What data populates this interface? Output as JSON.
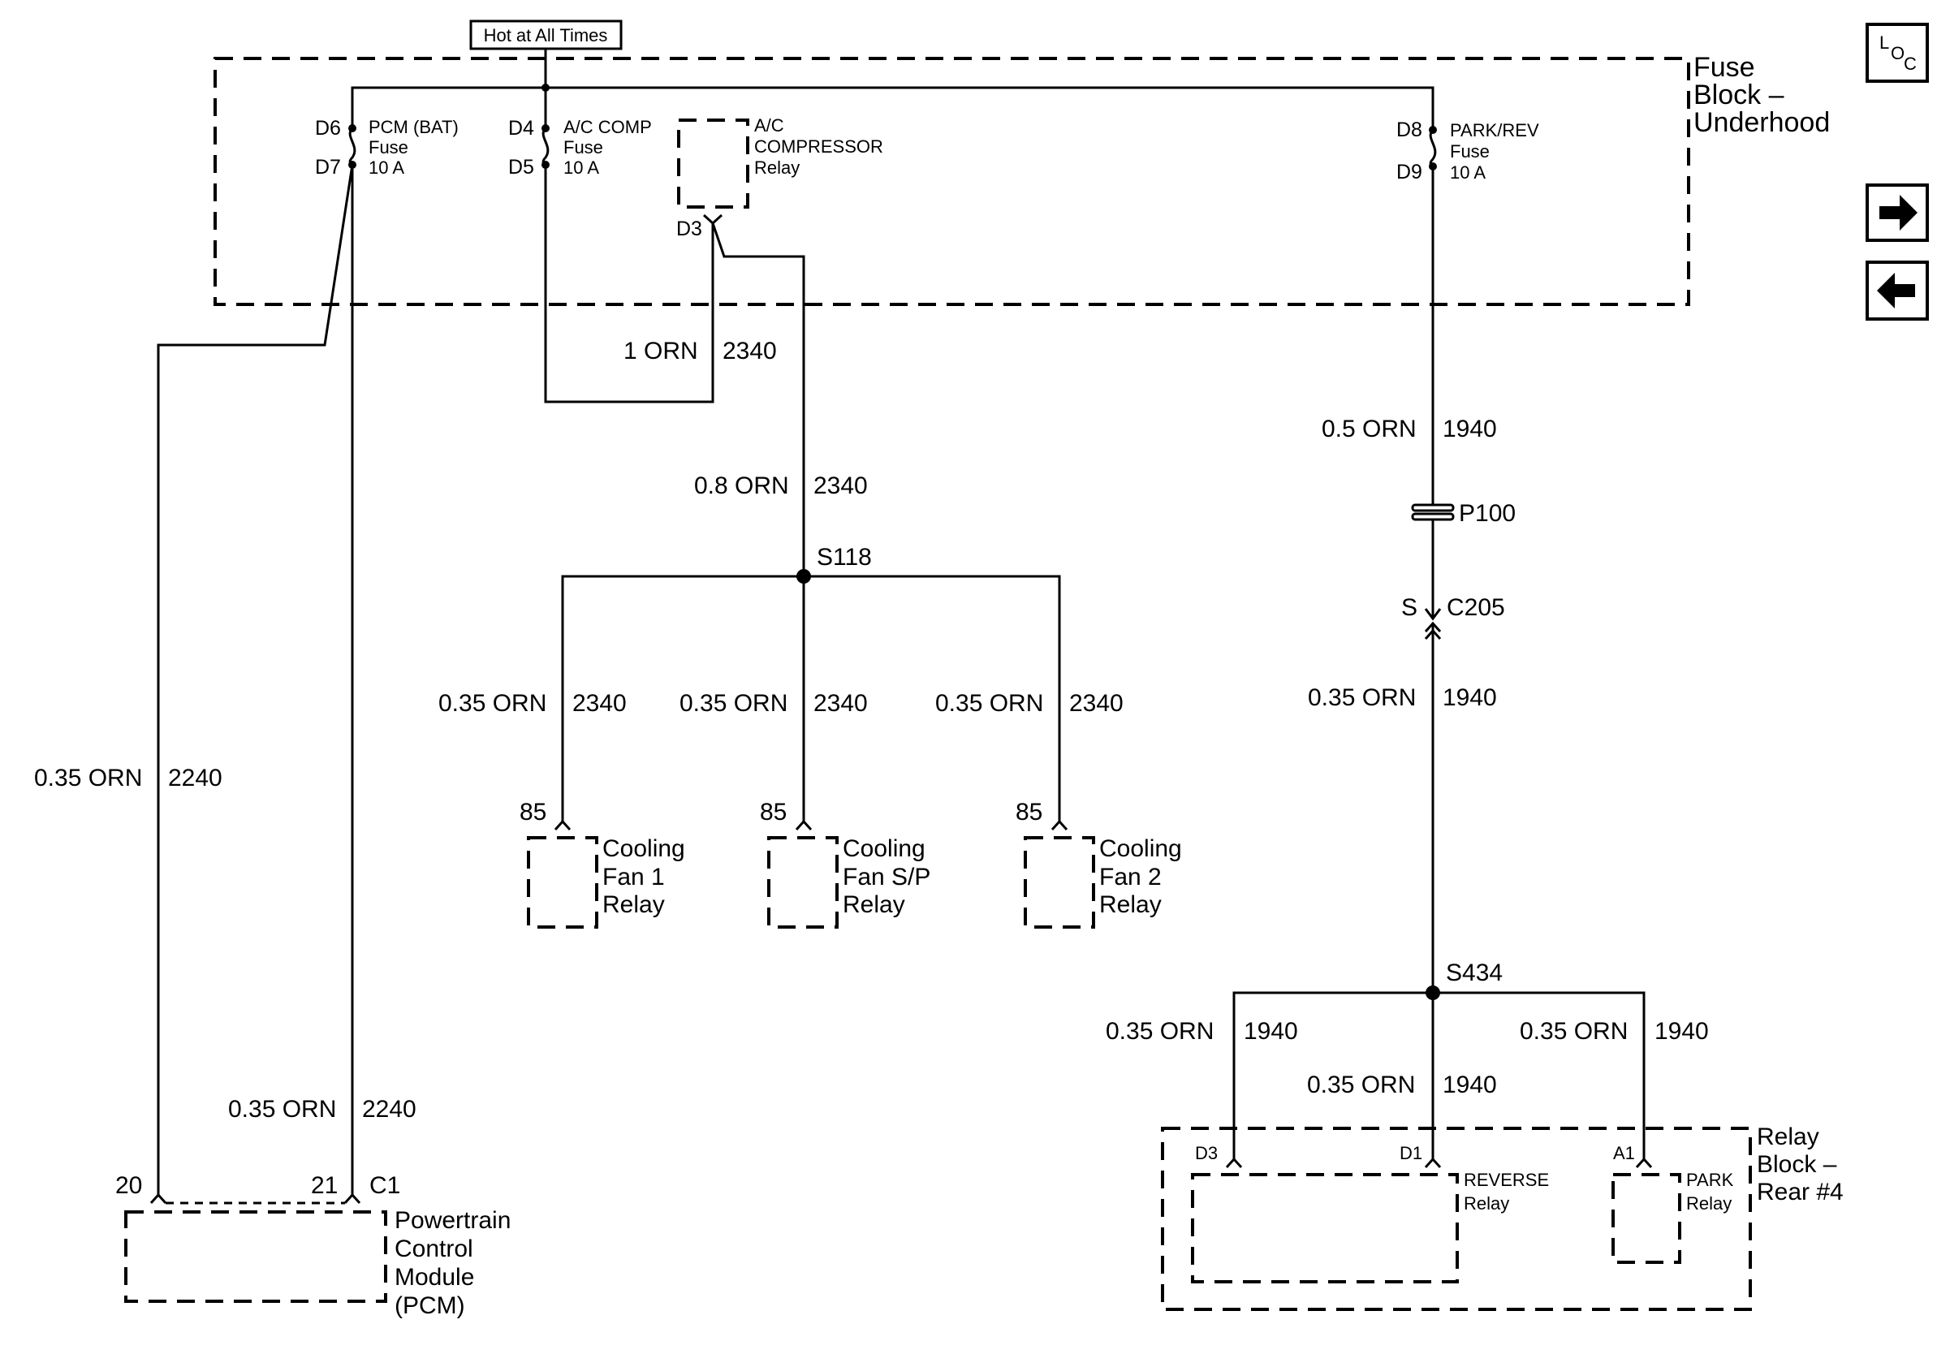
{
  "header": {
    "hot_label": "Hot at All Times"
  },
  "fuse_block": {
    "title_lines": [
      "Fuse",
      "Block –",
      "Underhood"
    ]
  },
  "nav": {
    "loc_icon": "loc-icon",
    "next_icon": "arrow-right-icon",
    "prev_icon": "arrow-left-icon",
    "loc_text": {
      "l": "L",
      "o": "O",
      "c": "C"
    }
  },
  "fuses": [
    {
      "pin_top": "D6",
      "pin_bottom": "D7",
      "lines": [
        "PCM (BAT)",
        "Fuse",
        "10 A"
      ]
    },
    {
      "pin_top": "D4",
      "pin_bottom": "D5",
      "lines": [
        "A/C COMP",
        "Fuse",
        "10 A"
      ]
    },
    {
      "pin_top": "D8",
      "pin_bottom": "D9",
      "lines": [
        "PARK/REV",
        "Fuse",
        "10 A"
      ]
    }
  ],
  "ac_relay": {
    "pin": "D3",
    "lines": [
      "A/C",
      "COMPRESSOR",
      "Relay"
    ]
  },
  "wires": {
    "acloop": {
      "label": "1 ORN",
      "circuit": "2340"
    },
    "ac_out": {
      "label": "0.8 ORN",
      "circuit": "2340"
    },
    "fan1": {
      "label": "0.35 ORN",
      "circuit": "2340"
    },
    "fansp": {
      "label": "0.35 ORN",
      "circuit": "2340"
    },
    "fan2": {
      "label": "0.35 ORN",
      "circuit": "2340"
    },
    "pcm_left": {
      "label": "0.35 ORN",
      "circuit": "2240"
    },
    "pcm_right": {
      "label": "0.35 ORN",
      "circuit": "2240"
    },
    "park_top": {
      "label": "0.5 ORN",
      "circuit": "1940"
    },
    "park_mid": {
      "label": "0.35 ORN",
      "circuit": "1940"
    },
    "s434_left": {
      "label": "0.35 ORN",
      "circuit": "1940"
    },
    "s434_center": {
      "label": "0.35 ORN",
      "circuit": "1940"
    },
    "s434_right": {
      "label": "0.35 ORN",
      "circuit": "1940"
    }
  },
  "splices": {
    "s118": "S118",
    "s434": "S434"
  },
  "connectors": {
    "p100": "P100",
    "c205": "C205",
    "c205_s": "S",
    "c1": "C1"
  },
  "relays": [
    {
      "pin": "85",
      "lines": [
        "Cooling",
        "Fan 1",
        "Relay"
      ]
    },
    {
      "pin": "85",
      "lines": [
        "Cooling",
        "Fan S/P",
        "Relay"
      ]
    },
    {
      "pin": "85",
      "lines": [
        "Cooling",
        "Fan 2",
        "Relay"
      ]
    }
  ],
  "pcm": {
    "pin_left": "20",
    "pin_right": "21",
    "lines": [
      "Powertrain",
      "Control",
      "Module",
      "(PCM)"
    ]
  },
  "relay_block": {
    "title_lines": [
      "Relay",
      "Block –",
      "Rear #4"
    ],
    "pins": {
      "d3": "D3",
      "d1": "D1",
      "a1": "A1"
    },
    "reverse_lines": [
      "REVERSE",
      "Relay"
    ],
    "park_lines": [
      "PARK",
      "Relay"
    ]
  }
}
